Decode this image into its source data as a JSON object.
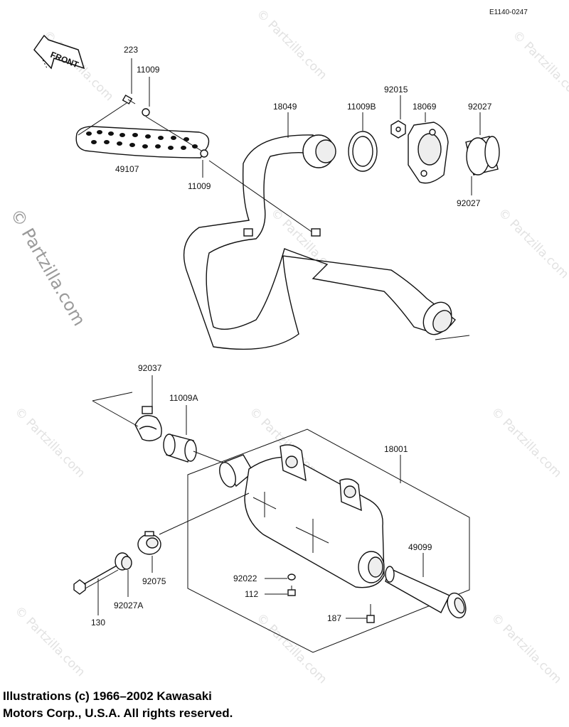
{
  "ref_code": "E1140-0247",
  "front_label": "FRONT",
  "watermark_side": "© Partzilla.com",
  "watermark_small": "© Partzilla.com",
  "parts": {
    "p223": "223",
    "p11009_top": "11009",
    "p49107": "49107",
    "p11009_bottom": "11009",
    "p18049": "18049",
    "p11009B": "11009B",
    "p92015": "92015",
    "p18069": "18069",
    "p92027_top": "92027",
    "p92027_bottom": "92027",
    "p92037": "92037",
    "p11009A": "11009A",
    "p18001": "18001",
    "p49099": "49099",
    "p92022": "92022",
    "p112": "112",
    "p187": "187",
    "p92075": "92075",
    "p92027A": "92027A",
    "p130": "130"
  },
  "copyright": {
    "line1": "Illustrations (c) 1966–2002 Kawasaki",
    "line2": "Motors Corp., U.S.A.  All rights reserved."
  }
}
